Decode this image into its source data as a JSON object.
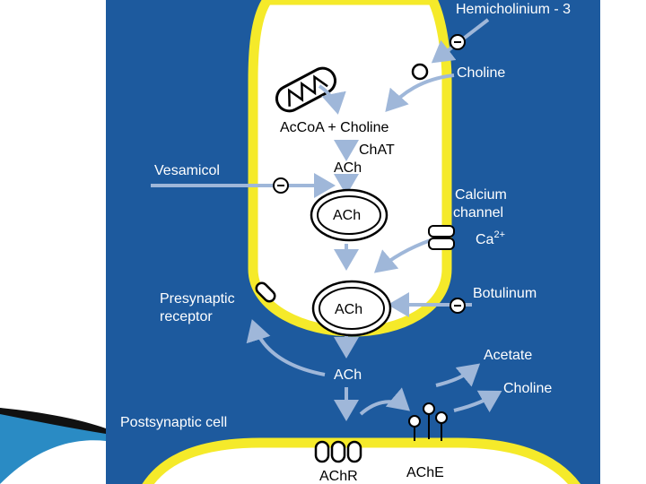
{
  "colors": {
    "background": "#1d5a9e",
    "membrane": "#f5ea2a",
    "cell_fill": "#ffffff",
    "arrow": "#9fb7d9",
    "outline": "#000000"
  },
  "labels": {
    "hemicholinium": "Hemicholinium - 3",
    "choline_uptake": "Choline",
    "acetyl_coa": "AcCoA + Choline",
    "chat": "ChAT",
    "ach_synth": "ACh",
    "vesamicol": "Vesamicol",
    "ach_vesicle1": "ACh",
    "calcium_channel_line1": "Calcium",
    "calcium_channel_line2": "channel",
    "ca_ion": "Ca",
    "ca_charge": "2+",
    "botulinum": "Botulinum",
    "presynaptic_line1": "Presynaptic",
    "presynaptic_line2": "receptor",
    "ach_vesicle2": "ACh",
    "ach_released": "ACh",
    "acetate": "Acetate",
    "choline_product": "Choline",
    "postsynaptic": "Postsynaptic cell",
    "achr": "AChR",
    "ache": "AChE"
  },
  "icons": [
    "mitochondrion-icon",
    "inhibitor-minus-icon",
    "transporter-icon",
    "calcium-channel-icon",
    "vesicle-icon",
    "nicotinic-receptor-icon",
    "acetylcholinesterase-icon"
  ]
}
